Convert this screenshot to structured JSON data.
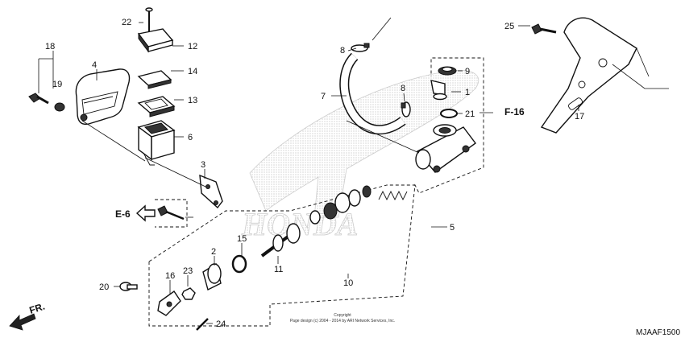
{
  "diagram": {
    "code": "MJAAF1500",
    "copyright_line1": "Copyright",
    "copyright_line2": "Page design (c) 2004 - 2014 by ARI Network Services, Inc.",
    "watermark": "HONDA",
    "direction_label": "FR.",
    "refs": {
      "e6": "E-6",
      "f16": "F-16"
    },
    "callouts": {
      "c1": "1",
      "c2": "2",
      "c3": "3",
      "c4": "4",
      "c5": "5",
      "c6": "6",
      "c7": "7",
      "c8a": "8",
      "c8b": "8",
      "c9": "9",
      "c10": "10",
      "c11": "11",
      "c12": "12",
      "c13": "13",
      "c14": "14",
      "c15": "15",
      "c16": "16",
      "c17": "17",
      "c18": "18",
      "c19": "19",
      "c20": "20",
      "c21": "21",
      "c22": "22",
      "c23": "23",
      "c24": "24",
      "c25": "25"
    }
  }
}
